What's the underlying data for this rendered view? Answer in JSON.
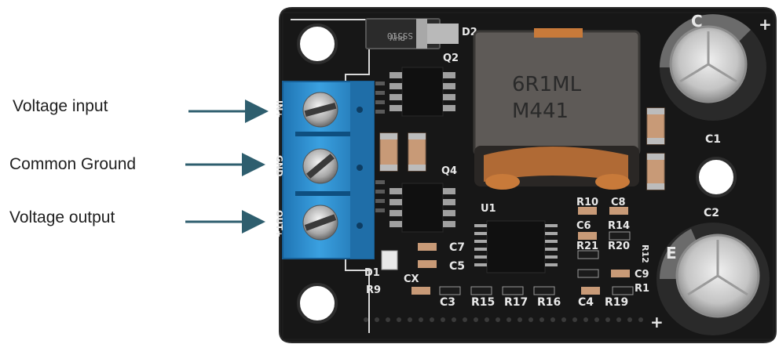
{
  "labels": {
    "input": "Voltage input",
    "ground": "Common Ground",
    "output": "Voltage output"
  },
  "board": {
    "inductor_line1": "6R1ML",
    "inductor_line2": "M441",
    "diode_line1": "SS510",
    "diode_line2": "PHY",
    "terminal_in": "IN+",
    "terminal_gnd": "GND",
    "terminal_out": "OUT+",
    "silk": {
      "d2": "D2",
      "q2": "Q2",
      "q4": "Q4",
      "u1": "U1",
      "c1": "C1",
      "c2": "C2",
      "c7": "C7",
      "c5": "C5",
      "c3": "C3",
      "c4": "C4",
      "c6": "C6",
      "c8": "C8",
      "c9": "C9",
      "cx": "CX",
      "d1": "D1",
      "r9": "R9",
      "r10": "R10",
      "r14": "R14",
      "r15": "R15",
      "r16": "R16",
      "r17": "R17",
      "r19": "R19",
      "r21": "R21",
      "r20": "R20",
      "r1x": "R1",
      "r12": "R12",
      "plus1": "+",
      "plus2": "+"
    },
    "cap1_text": "C",
    "cap2_text": "E"
  },
  "colors": {
    "pcb": "#161616",
    "terminal": "#2f8fd3",
    "arrow": "#2e5e6e",
    "inductor": "#5e5a57",
    "copper": "#c87a3a",
    "cap": "#c9c9c9",
    "smd_cap": "#c89a77"
  }
}
